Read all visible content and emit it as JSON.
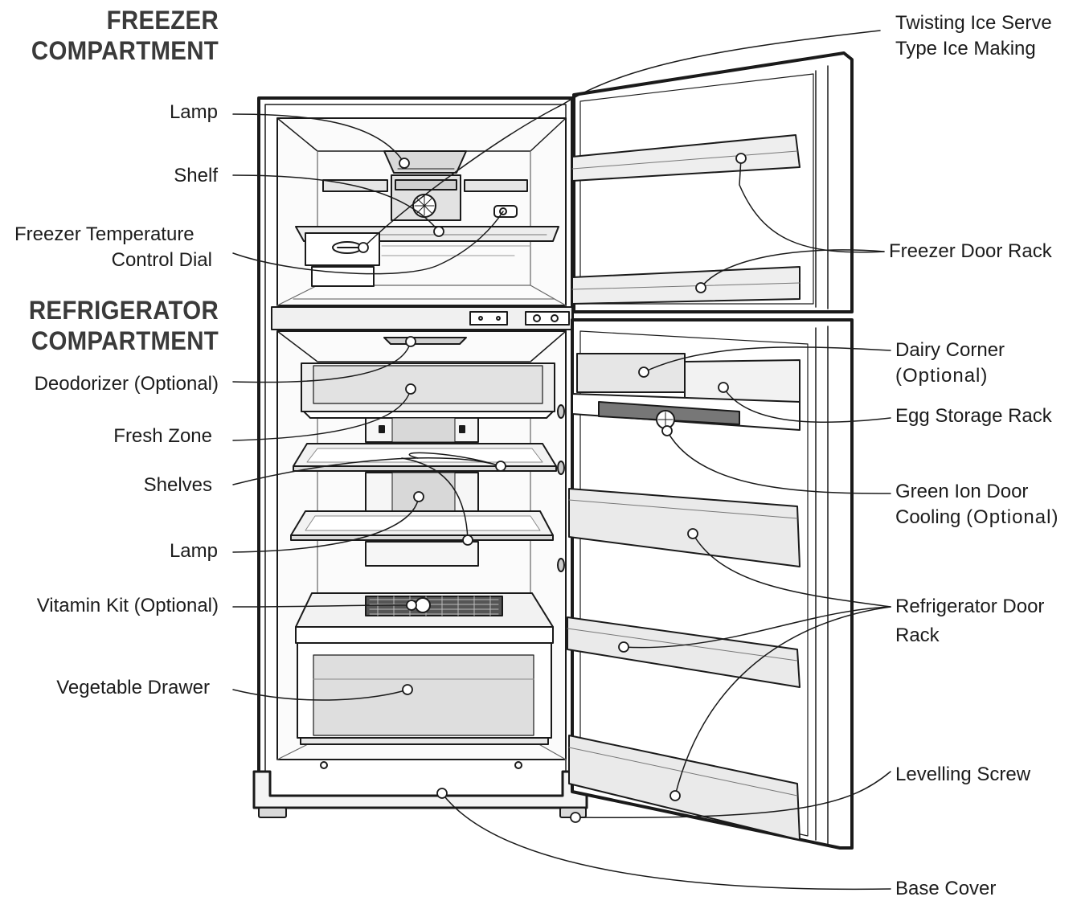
{
  "headings": {
    "freezer": [
      "FREEZER",
      "COMPARTMENT"
    ],
    "refrigerator": [
      "REFRIGERATOR",
      "COMPARTMENT"
    ]
  },
  "left_labels": {
    "lamp_top": "Lamp",
    "shelf": "Shelf",
    "temp_dial": [
      "Freezer Temperature",
      "Control Dial"
    ],
    "deodorizer": "Deodorizer (Optional)",
    "fresh_zone": "Fresh Zone",
    "shelves": "Shelves",
    "lamp_bottom": "Lamp",
    "vitamin_kit": "Vitamin Kit (Optional)",
    "vegetable_drawer": "Vegetable Drawer"
  },
  "right_labels": {
    "ice_serve": [
      "Twisting Ice Serve",
      "Type Ice Making"
    ],
    "freezer_door_rack": "Freezer Door Rack",
    "dairy_corner": [
      "Dairy Corner",
      "(Optional)"
    ],
    "egg_storage": "Egg Storage Rack",
    "green_ion": [
      "Green Ion Door",
      "Cooling",
      "(Optional)"
    ],
    "fridge_door_rack": [
      "Refrigerator Door",
      "Rack"
    ],
    "levelling_screw": "Levelling Screw",
    "base_cover": "Base Cover"
  },
  "colors": {
    "line": "#1a1a1a",
    "panel": "#f4f4f4",
    "shade": "#d9d9d9",
    "heading": "#3a3a3a"
  }
}
